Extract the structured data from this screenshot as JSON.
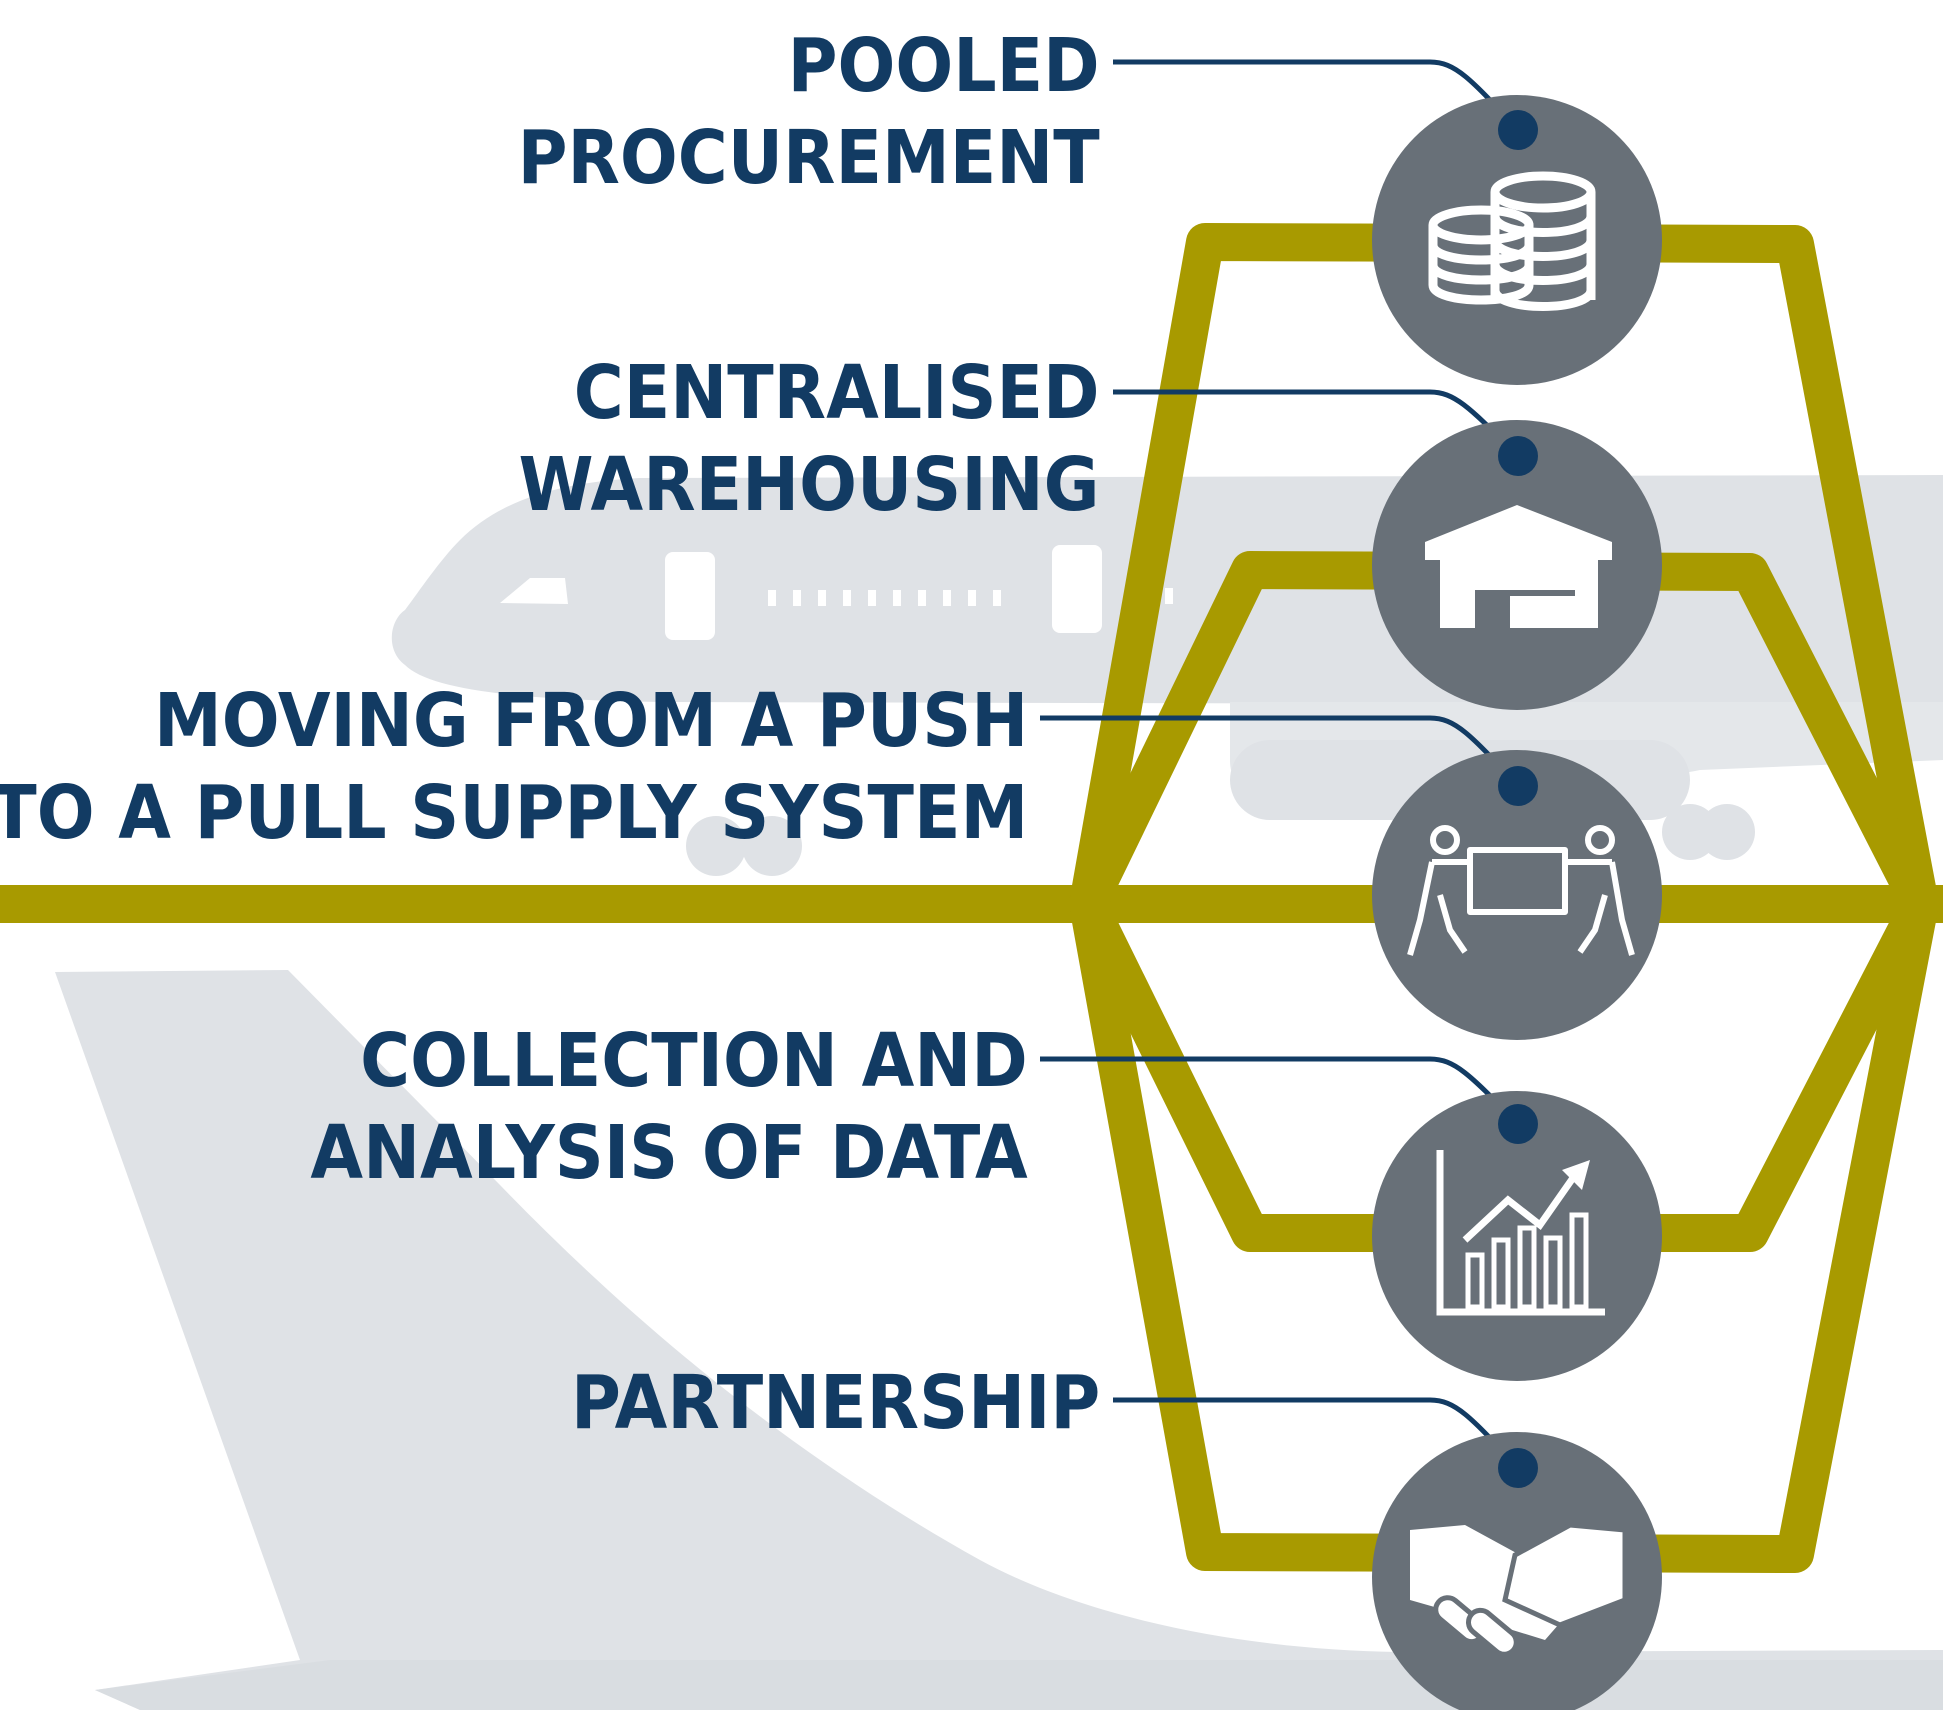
{
  "colors": {
    "navy": "#123b63",
    "olive": "#a89a00",
    "icon_circle": "#687078",
    "plane_grey": "#dfe2e6",
    "plane_light": "#eceef1",
    "background": "#ffffff"
  },
  "items": [
    {
      "line1": "POOLED",
      "line2": "PROCUREMENT",
      "icon": "coins-stack-icon"
    },
    {
      "line1": "CENTRALISED",
      "line2": "WAREHOUSING",
      "icon": "warehouse-icon"
    },
    {
      "line1": "MOVING FROM A PUSH",
      "line2": "TO A PULL SUPPLY SYSTEM",
      "icon": "people-carrying-box-icon"
    },
    {
      "line1": "COLLECTION AND",
      "line2": "ANALYSIS OF DATA",
      "icon": "bar-chart-trend-icon"
    },
    {
      "line1": "PARTNERSHIP",
      "line2": "",
      "icon": "handshake-icon"
    }
  ]
}
